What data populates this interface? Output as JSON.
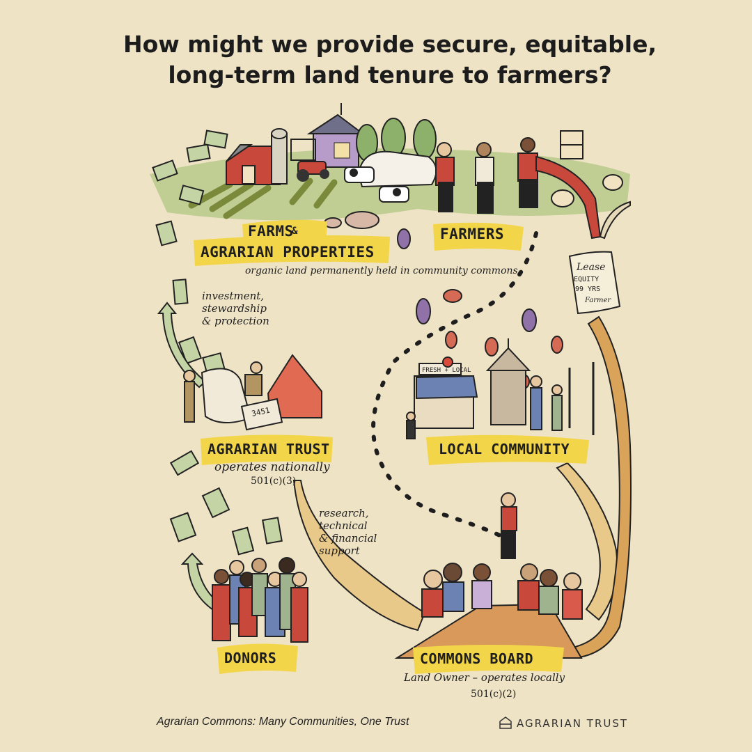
{
  "title_line1": "How might we provide secure, equitable,",
  "title_line2": "long-term land tenure to farmers?",
  "nodes": {
    "farms_line1": "FARMS",
    "farms_amp": "&",
    "farms_line2": "AGRARIAN PROPERTIES",
    "farms_note": "organic land permanently held in community commons",
    "farmers": "FARMERS",
    "agrarian_trust": "AGRARIAN TRUST",
    "agrarian_trust_note1": "operates nationally",
    "agrarian_trust_note2": "501(c)(3)",
    "local_community": "LOCAL COMMUNITY",
    "donors": "DONORS",
    "commons_board": "COMMONS BOARD",
    "commons_board_note1": "Land Owner – operates locally",
    "commons_board_note2": "501(c)(2)"
  },
  "annotations": {
    "investment_1": "investment,",
    "investment_2": "stewardship",
    "investment_3": "& protection",
    "research_1": "research,",
    "research_2": "technical",
    "research_3": "& financial",
    "research_4": "support"
  },
  "lease": {
    "line1": "Lease",
    "line2": "EQUITY",
    "line3": "99 YRS",
    "line4": "Farmer"
  },
  "market_sign": "FRESH + LOCAL",
  "plot_number": "3451",
  "caption": "Agrarian Commons: Many Communities, One Trust",
  "brand": "AGRARIAN TRUST",
  "colors": {
    "background": "#efe3c6",
    "highlight": "#f3d54a",
    "money_green": "#c4d4a4",
    "barn_red": "#c8483c",
    "hand_tan": "#e9c98a",
    "table": "#d9995a",
    "field_green": "#b7c98a"
  },
  "icons": [
    "money-bill-icon",
    "arrow-up-icon",
    "barn-icon",
    "silo-icon",
    "farmhouse-icon",
    "tractor-icon",
    "greenhouse-icon",
    "cow-icon",
    "pig-icon",
    "chicken-icon",
    "tree-icon",
    "beehive-icon",
    "farmer-figure-icon",
    "eggplant-icon",
    "pear-icon",
    "footprint-icon",
    "quill-pen-icon",
    "lease-scroll-icon",
    "house-icon",
    "church-icon",
    "market-icon",
    "street-lamp-icon",
    "hand-icon",
    "table-icon",
    "person-icon",
    "agrarian-trust-logo-icon"
  ]
}
